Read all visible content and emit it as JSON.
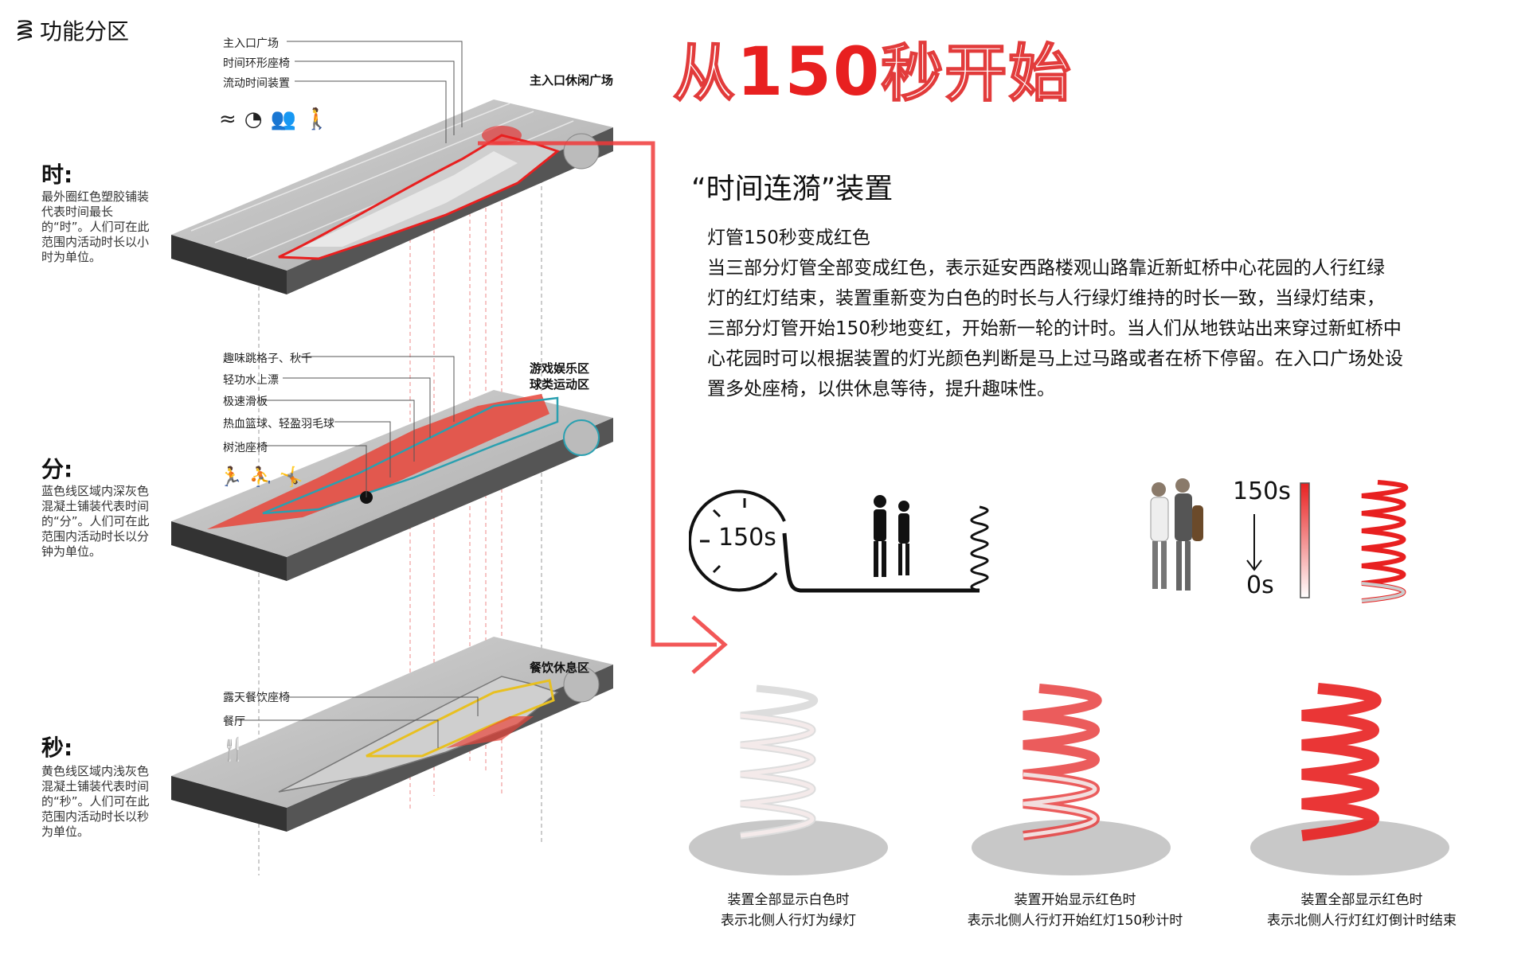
{
  "section_title": "功能分区",
  "side": [
    {
      "head": "时:",
      "desc": "最外圈红色塑胶铺装代表时间最长的“时”。人们可在此范围内活动时长以小时为单位。"
    },
    {
      "head": "分:",
      "desc": "蓝色线区域内深灰色混凝土铺装代表时间的“分”。人们可在此范围内活动时长以分钟为单位。"
    },
    {
      "head": "秒:",
      "desc": "黄色线区域内浅灰色混凝土铺装代表时间的“秒”。人们可在此范围内活动时长以秒为单位。"
    }
  ],
  "block1": {
    "callouts": [
      "主入口广场",
      "时间环形座椅",
      "流动时间装置"
    ],
    "zone": "主入口休闲广场"
  },
  "block2": {
    "callouts": [
      "趣味跳格子、秋千",
      "轻功水上漂",
      "极速滑板",
      "热血篮球、轻盈羽毛球",
      "树池座椅"
    ],
    "zone_line1": "游戏娱乐区",
    "zone_line2": "球类运动区"
  },
  "block3": {
    "callouts": [
      "露天餐饮座椅",
      "餐厅"
    ],
    "zone": "餐饮休息区"
  },
  "headline": {
    "part1": "从",
    "num": "150",
    "part2": "秒",
    "part3": "开始"
  },
  "installation_title": "“时间连漪”装置",
  "paragraph": [
    "灯管150秒变成红色",
    "当三部分灯管全部变成红色，表示延安西路楼观山路靠近新虹桥中心花园的人行红绿",
    "灯的红灯结束，装置重新变为白色的时长与人行绿灯维持的时长一致，当绿灯结束，",
    "三部分灯管开始150秒地变红，开始新一轮的计时。当人们从地铁站出来穿过新虹桥中",
    "心花园时可以根据装置的灯光颜色判断是马上过马路或者在桥下停留。在入口广场处设",
    "置多处座椅，以供休息等待，提升趣味性。"
  ],
  "timer_label": "150s",
  "countdown": {
    "top": "150s",
    "bottom": "0s"
  },
  "captions": [
    {
      "line1": "装置全部显示白色时",
      "line2": "表示北侧人行灯为绿灯"
    },
    {
      "line1": "装置开始显示红色时",
      "line2": "表示北侧人行灯开始红灯150秒计时"
    },
    {
      "line1": "装置全部显示红色时",
      "line2": "表示北侧人行灯红灯倒计时结束"
    }
  ],
  "colors": {
    "accent_red": "#e82020",
    "zone_blue": "#2aa0b0",
    "zone_yellow": "#e8c020"
  }
}
